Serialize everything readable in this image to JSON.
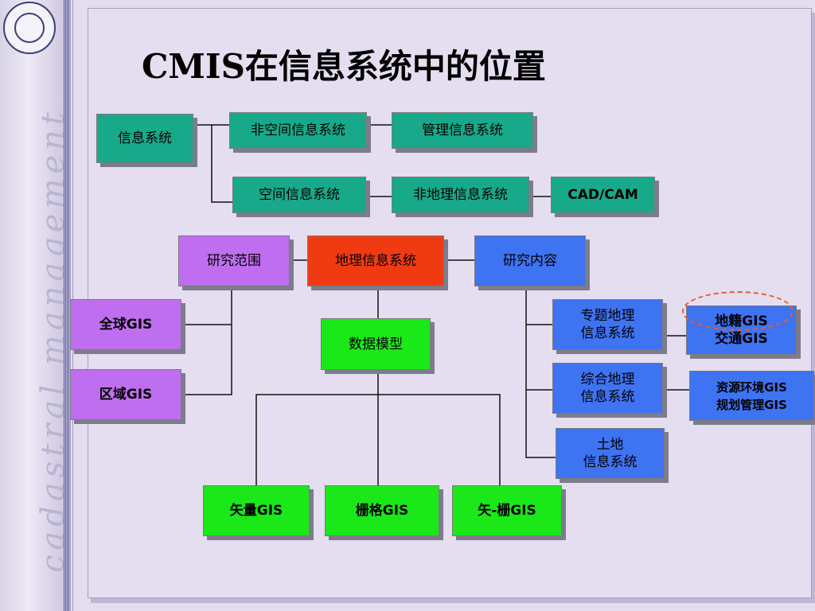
{
  "slide": {
    "title": "CMIS在信息系统中的位置",
    "sidebar_text": "cadastral  management"
  },
  "diagram": {
    "nodes": {
      "info_system": "信息系统",
      "non_spatial": "非空间信息系统",
      "mgmt_info": "管理信息系统",
      "spatial": "空间信息系统",
      "non_geo": "非地理信息系统",
      "cad_cam": "CAD/CAM",
      "research_scope": "研究范围",
      "gis": "地理信息系统",
      "research_content": "研究内容",
      "global_gis": "全球GIS",
      "regional_gis": "区域GIS",
      "data_model": "数据模型",
      "thematic": "专题地理\n信息系统",
      "cadastral_transport": "地籍GIS\n交通GIS",
      "comprehensive": "综合地理\n信息系统",
      "resource_planning": "资源环境GIS\n规划管理GIS",
      "land": "土地\n信息系统",
      "vector": "矢量GIS",
      "raster": "栅格GIS",
      "vector_raster": "矢-栅GIS"
    },
    "colors": {
      "teal": "#17a989",
      "violet": "#c06ef0",
      "red": "#f03a12",
      "blue": "#3e73f2",
      "green": "#1be818",
      "highlight": "#ec5a2a"
    }
  }
}
